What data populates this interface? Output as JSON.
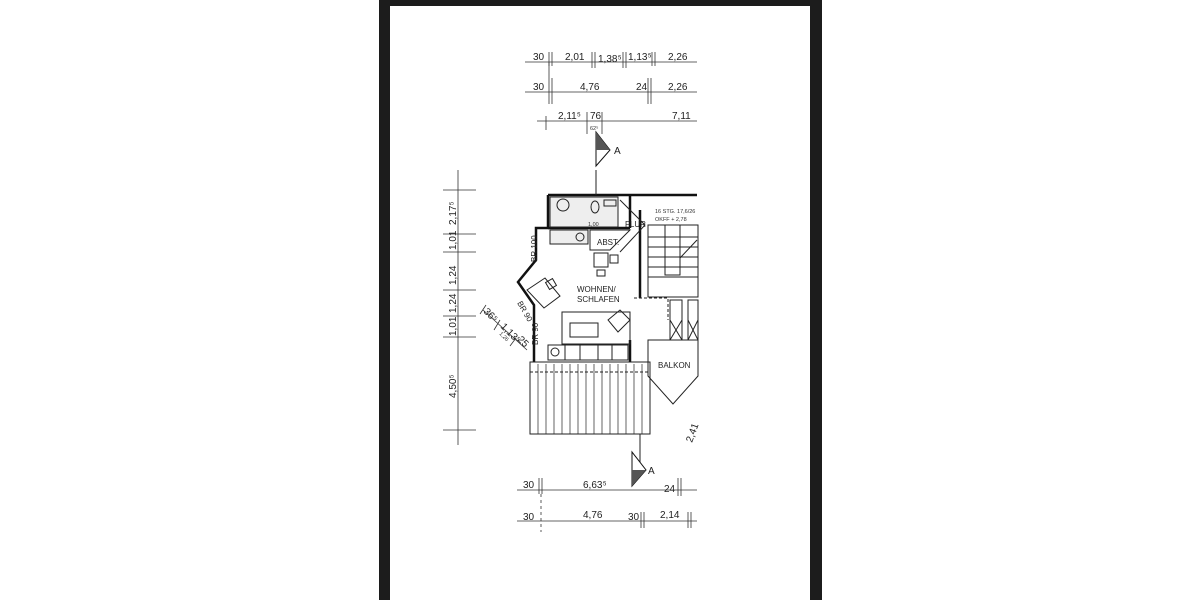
{
  "document": {
    "type": "floor plan scan",
    "rooms": {
      "wohnen_line1": "WOHNEN/",
      "wohnen_line2": "SCHLAFEN",
      "flur": "FLUR",
      "abst": "ABST.",
      "balkon": "BALKON"
    },
    "stair_note": {
      "line1": "16 STG. 17,6/26",
      "line2": "OKFF + 2,78"
    },
    "window_labels": [
      "BR 100",
      "BR 90",
      "BR 90"
    ],
    "section_marker": "A",
    "top_dimensions": {
      "row1": [
        "30",
        "2,01",
        "1,38⁵",
        "1,13⁵",
        "2,26"
      ],
      "row2": [
        "30",
        "4,76",
        "24",
        "2,26"
      ],
      "row3": [
        "2,11⁵",
        "76",
        "7,11"
      ],
      "door_height": "62⁵"
    },
    "left_dimensions": [
      "2,17⁵",
      "1,01",
      "1,24",
      "1,24",
      "1,01",
      "4,50⁵"
    ],
    "left_small": [
      "1,26",
      "1,26"
    ],
    "diagonal_dimensions": [
      "36⁵",
      "1,13⁵",
      "1,26",
      "25"
    ],
    "bottom_dimensions": {
      "row1": [
        "30",
        "6,63⁵",
        "24"
      ],
      "row2": [
        "30",
        "4,76",
        "30",
        "2,14"
      ]
    },
    "balcony_dim": "2,41",
    "bathroom_label": "1,00"
  }
}
